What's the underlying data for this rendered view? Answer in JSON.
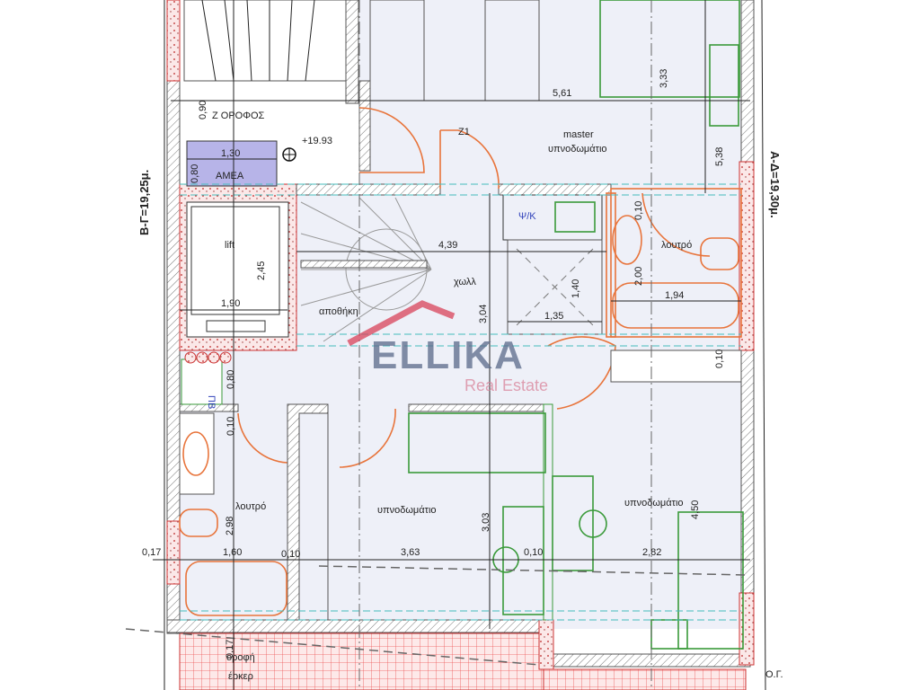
{
  "plan": {
    "floor_label": "Ζ ΟΡΟΦΟΣ",
    "elevation": "+19.93",
    "width_side_left": "Β-Γ=19,25μ.",
    "width_side_right": "Α-Δ=19,30μ.",
    "building_line": "Ο.Γ."
  },
  "rooms": {
    "amea": "ΑΜΕΑ",
    "lift": "lift",
    "storage": "αποθήκη",
    "hall": "χωλλ",
    "door_z1": "Ζ1",
    "master_1": "master",
    "master_2": "υπνοδωμάτιο",
    "fridge": "Ψ/Κ",
    "bath_right": "λουτρό",
    "pb": "ΠΒ",
    "bath_left": "λουτρό",
    "bedroom_mid": "υπνοδωμάτιο",
    "bedroom_right": "υπνοδωμάτιο",
    "erker_1": "οροφή",
    "erker_2": "έρκερ"
  },
  "dimensions": {
    "d090": "0,90",
    "d130": "1,30",
    "d080a": "0,80",
    "d245": "2,45",
    "d190": "1,90",
    "d439": "4,39",
    "d304": "3,04",
    "d561": "5,61",
    "d333": "3,33",
    "d538": "5,38",
    "d010a": "0,10",
    "d200": "2,00",
    "d140": "1,40",
    "d194": "1,94",
    "d135": "1,35",
    "d010b": "0,10",
    "d080b": "0,80",
    "d010c": "0,10",
    "d298": "2,98",
    "d303": "3,03",
    "d450": "4,50",
    "d017a": "0,17",
    "d160": "1,60",
    "d010d": "0,10",
    "d363": "3,63",
    "d010e": "0,10",
    "d282": "2,82",
    "d017b": "0,17"
  },
  "watermark": {
    "brand": "ELLIKA",
    "tagline": "Real Estate"
  },
  "colors": {
    "interior": "#eef0f8",
    "sanitary": "#e8743b",
    "furniture": "#3a9a3a",
    "amea": "#b7b4e8",
    "brand": "#5a6a8a",
    "brand_accent": "#d9435a"
  }
}
